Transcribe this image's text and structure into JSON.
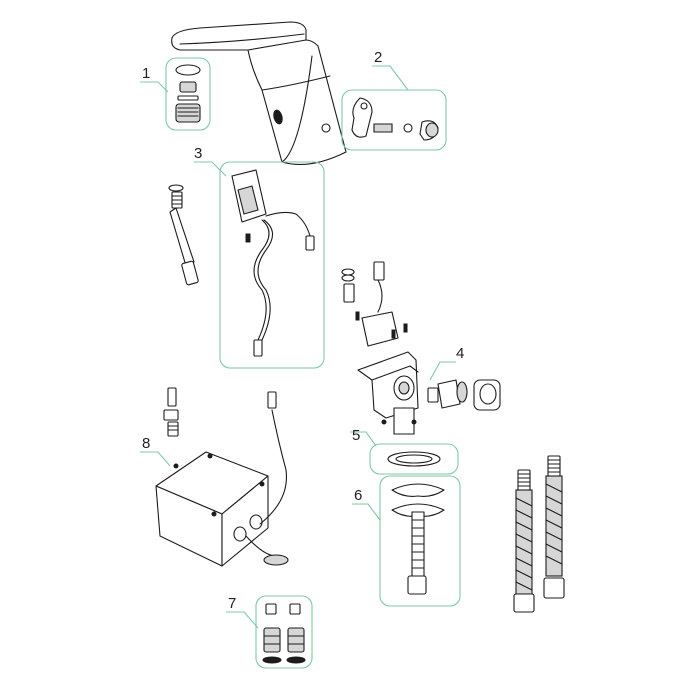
{
  "accent_color": "#7fc9a6",
  "ink_color": "#1c1c1c",
  "callouts": [
    {
      "label": "1"
    },
    {
      "label": "2"
    },
    {
      "label": "3"
    },
    {
      "label": "4"
    },
    {
      "label": "5"
    },
    {
      "label": "6"
    },
    {
      "label": "7"
    },
    {
      "label": "8"
    }
  ]
}
